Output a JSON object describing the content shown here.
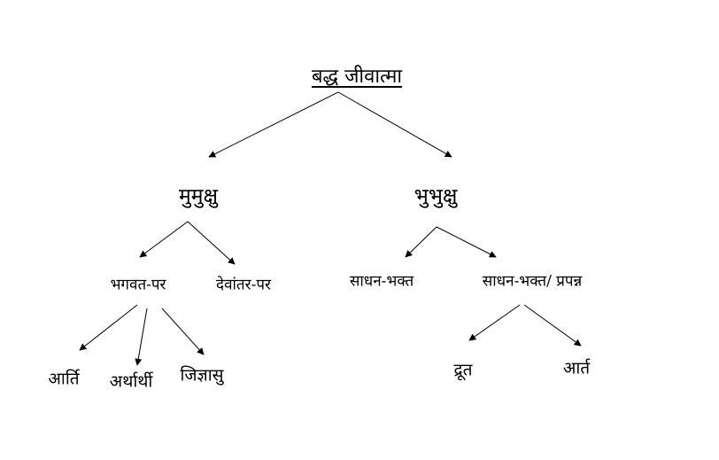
{
  "nodes": {
    "root": "बद्ध जीवात्मा",
    "mumukshu": "मुमुक्षु",
    "bubhukshu": "भुभुक्षु",
    "bhagavat_par": "भगवत-पर",
    "devantar_par": "देवांतर-पर",
    "sadhan_bhakt": "साधन-भक्त",
    "sadhan_bhakt_prapann": "साधन-भक्त/ प्रपन्न",
    "aarti": "आर्ति",
    "artharthi": "अर्थार्थी",
    "jigyasu": "जिज्ञासु",
    "drupt": "द्रूत",
    "aart": "आर्त"
  },
  "colors": {
    "line": "#000000",
    "text": "#000000",
    "background": "#ffffff"
  }
}
